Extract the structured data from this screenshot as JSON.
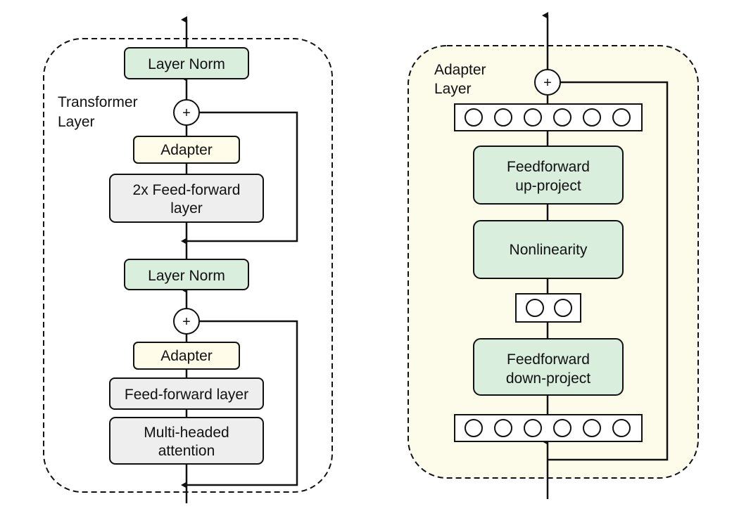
{
  "colors": {
    "green_fill": "#d9eedd",
    "cream_fill": "#fffcea",
    "gray_fill": "#eeeeee",
    "adapter_panel_fill": "#fdfbea",
    "stroke": "#111111"
  },
  "transformer": {
    "title_line1": "Transformer",
    "title_line2": "Layer",
    "layer_norm_top": "Layer Norm",
    "adapter_top": "Adapter",
    "ff2x_line1": "2x Feed-forward",
    "ff2x_line2": "layer",
    "layer_norm_bottom": "Layer Norm",
    "adapter_bottom": "Adapter",
    "ff_layer": "Feed-forward layer",
    "mha_line1": "Multi-headed",
    "mha_line2": "attention",
    "plus_symbol": "+"
  },
  "adapter_layer": {
    "title_line1": "Adapter",
    "title_line2": "Layer",
    "ff_up_line1": "Feedforward",
    "ff_up_line2": "up-project",
    "nonlinearity": "Nonlinearity",
    "ff_down_line1": "Feedforward",
    "ff_down_line2": "down-project",
    "plus_symbol": "+",
    "top_units": 6,
    "bottleneck_units": 2,
    "bottom_units": 6
  }
}
